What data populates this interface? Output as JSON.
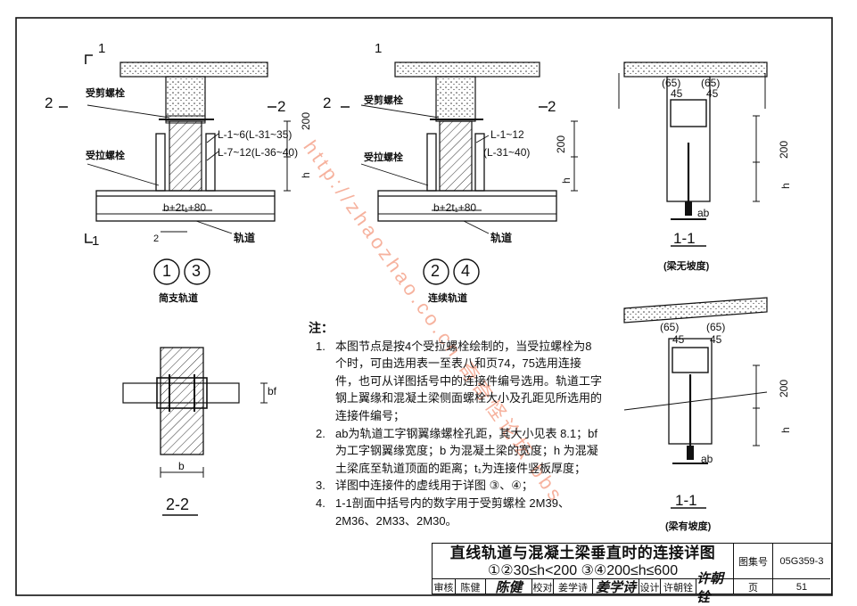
{
  "labels": {
    "sec_mark_1_top": "1",
    "sec_mark_1_bot": "1",
    "sec_mark_2": "2",
    "shear_bolt": "受剪螺栓",
    "tension_bolt": "受拉螺栓",
    "dim_200": "200",
    "dim_h": "h",
    "dim_width": "b+2t₁+80",
    "rail": "轨道",
    "dim_2": "2",
    "left_conn_a": "L-1~6(L-31~35)",
    "left_conn_b": "L-7~12(L-36~40)",
    "mid_conn_a": "L-1~12",
    "mid_conn_b": "(L-31~40)",
    "circle_1": "1",
    "circle_2": "2",
    "circle_3": "3",
    "circle_4": "4",
    "caption_simple": "简支轨道",
    "caption_continuous": "连续轨道",
    "sec22_bf": "bf",
    "sec22_b": "b",
    "sec22_title": "2-2",
    "sec11_65_l": "(65)",
    "sec11_65_r": "(65)",
    "sec11_45_l": "45",
    "sec11_45_r": "45",
    "sec11_title_a": "1-1",
    "sec11_sub_a": "(梁无坡度)",
    "sec11_title_b": "1-1",
    "sec11_sub_b": "(梁有坡度)",
    "sec11_ab": "ab"
  },
  "notes": {
    "heading": "注：",
    "items": [
      {
        "num": "1.",
        "text": "本图节点是按4个受拉螺栓绘制的，当受拉螺栓为8个时，可由选用表一至表八和页74，75选用连接件，也可从详图括号中的连接件编号选用。轨道工字钢上翼缘和混凝土梁侧面螺栓大小及孔距见所选用的连接件编号；"
      },
      {
        "num": "2.",
        "text": "ab为轨道工字钢翼缘螺栓孔距，其大小见表 8.1；bf为工字钢翼缘宽度；b 为混凝土梁的宽度；h 为混凝土梁底至轨道顶面的距离；t₁为连接件竖板厚度；"
      },
      {
        "num": "3.",
        "text": "详图中连接件的虚线用于详图 ③、④；"
      },
      {
        "num": "4.",
        "text": "1-1剖面中括号内的数字用于受剪螺栓 2M39、2M36、2M33、2M30。"
      }
    ]
  },
  "title_block": {
    "title_line1": "直线轨道与混凝土梁垂直时的连接详图",
    "title_line2": "①②30≤h<200 ③④200≤h≤600",
    "atlas_label": "图集号",
    "atlas_no": "05G359-3",
    "review_label": "审核",
    "review_name": "陈健",
    "review_sign": "陈健",
    "check_label": "校对",
    "check_name": "姜学诗",
    "check_sign": "姜学诗",
    "design_label": "设计",
    "design_name": "许朝铨",
    "design_sign": "许朝铨",
    "page_label": "页",
    "page_no": "51"
  },
  "watermark": "http://zhaozhao.co.cn 奇奇怪论坛 bbs"
}
